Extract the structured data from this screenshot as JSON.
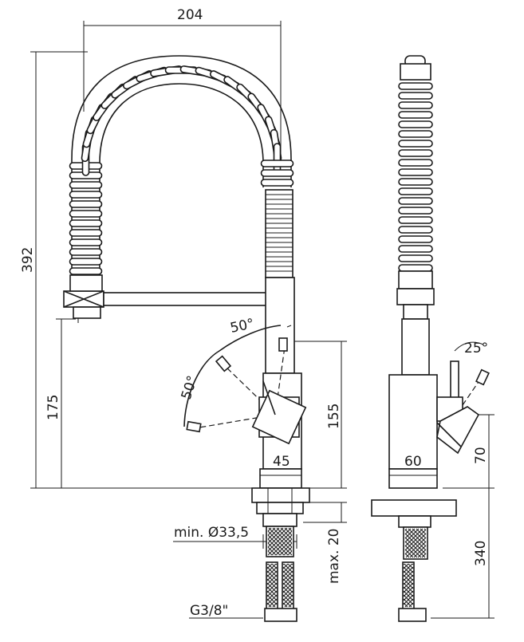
{
  "dimensions": {
    "width_top": "204",
    "height_total": "392",
    "spout_height": "175",
    "body_height": "155",
    "body_width": "45",
    "swivel_angle_upper": "50°",
    "swivel_angle_lower": "50°",
    "lever_angle": "25°",
    "side_body_width": "60",
    "side_lever_height": "70",
    "side_shank_length": "340",
    "hole_diameter": "min. Ø33,5",
    "deck_thickness": "max. 20",
    "thread": "G3/8\""
  }
}
